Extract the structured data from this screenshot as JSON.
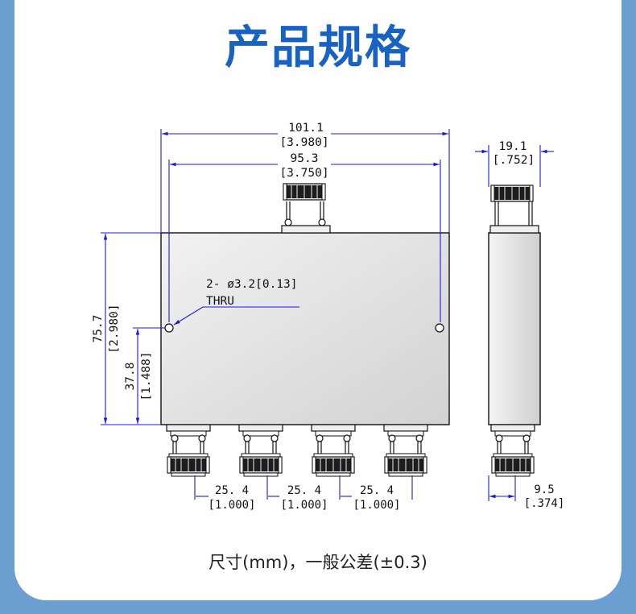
{
  "header": {
    "title": "产品规格"
  },
  "drawing": {
    "overall_width": {
      "mm": "101.1",
      "inch": "[3.980]"
    },
    "hole_spacing": {
      "mm": "95.3",
      "inch": "[3.750]"
    },
    "side_thickness": {
      "mm": "19.1",
      "inch": "[.752]"
    },
    "height": {
      "mm": "75.7",
      "inch": "[2.980]"
    },
    "hole_height": {
      "mm": "37.8",
      "inch": "[1.488]"
    },
    "hole_note": {
      "line1": "2- ø3.2[0.13]",
      "line2": "THRU"
    },
    "port_pitch": [
      {
        "mm": "25. 4",
        "inch": "[1.000]"
      },
      {
        "mm": "25. 4",
        "inch": "[1.000]"
      },
      {
        "mm": "25. 4",
        "inch": "[1.000]"
      }
    ],
    "side_port_offset": {
      "mm": "9.5",
      "inch": "[.374]"
    }
  },
  "footer": {
    "caption": "尺寸(mm)，一般公差(±0.3)"
  },
  "colors": {
    "accent": "#1762c3",
    "background": "#6b9fd1",
    "dimension_line": "#1a1ad8"
  }
}
